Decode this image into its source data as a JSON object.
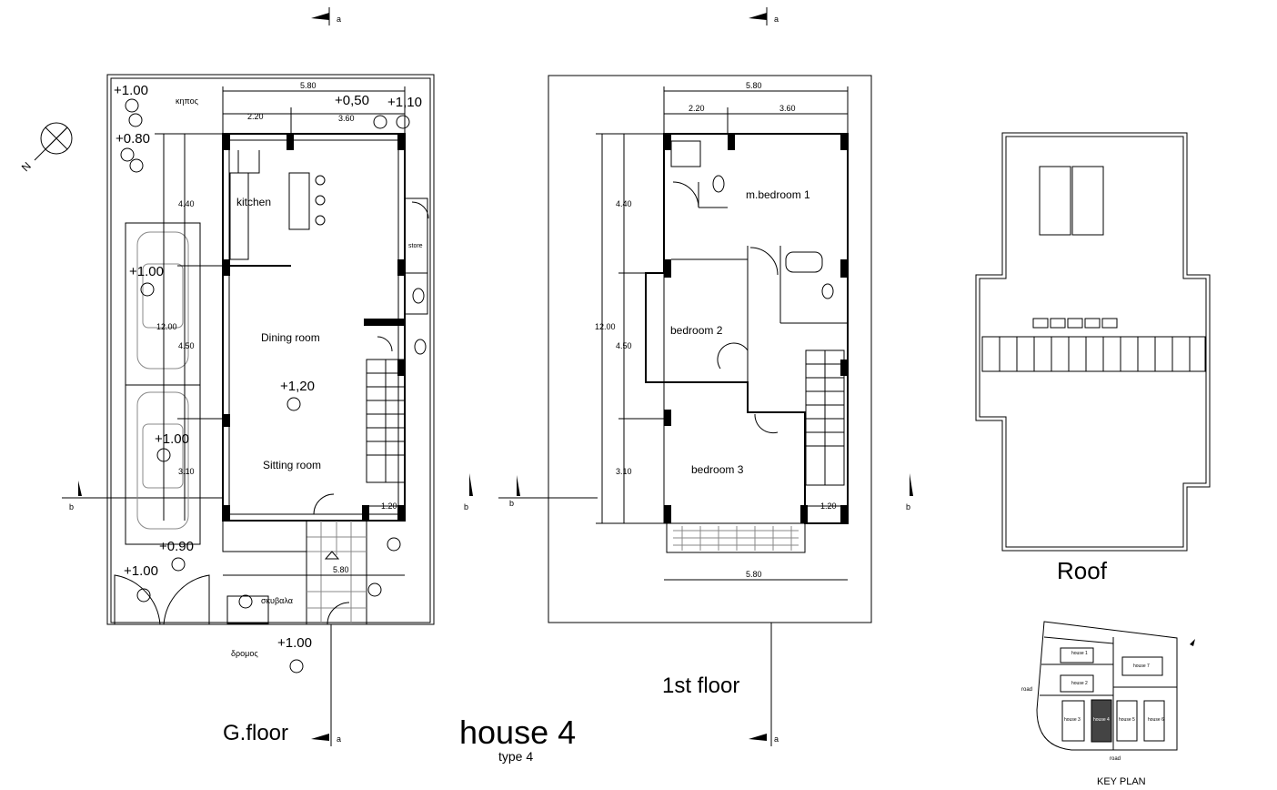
{
  "sheet": {
    "title": "house 4",
    "subtitle": "type 4",
    "section_a": "a",
    "section_b": "b",
    "north": "N"
  },
  "ground_floor": {
    "title": "G.floor",
    "rooms": {
      "kitchen": "kitchen",
      "store": "store",
      "dining": "Dining room",
      "sitting": "Sitting room",
      "garden": "κηπος",
      "bins": "σκυβαλα",
      "street": "δρομος"
    },
    "levels": {
      "garden_tl": "+1.00",
      "garden_l": "+0.80",
      "top_a": "+0,50",
      "top_b": "+1,10",
      "parking_1": "+1.00",
      "interior": "+1,20",
      "parking_2": "+1.00",
      "entry": "+0.90",
      "gate": "+1.00",
      "street": "+1.00"
    },
    "dims": {
      "total_w": "5.80",
      "w1": "2.20",
      "w2": "3.60",
      "h1": "4.40",
      "total_h": "12.00",
      "h2": "4.50",
      "h3": "3.10",
      "stair": "1.20",
      "bottom_w": "5.80"
    }
  },
  "first_floor": {
    "title": "1st floor",
    "rooms": {
      "master": "m.bedroom 1",
      "bed2": "bedroom 2",
      "bed3": "bedroom 3"
    },
    "dims": {
      "total_w": "5.80",
      "w1": "2.20",
      "w2": "3.60",
      "h1": "4.40",
      "total_h": "12.00",
      "h2": "4.50",
      "h3": "3.10",
      "stair": "1.20",
      "bottom_w": "5.80"
    }
  },
  "roof": {
    "title": "Roof"
  },
  "key_plan": {
    "title": "KEY PLAN",
    "road_left": "road",
    "road_bottom": "road",
    "houses": [
      "house 1",
      "house 2",
      "house 3",
      "house 4",
      "house 5",
      "house 6",
      "house 7"
    ]
  }
}
